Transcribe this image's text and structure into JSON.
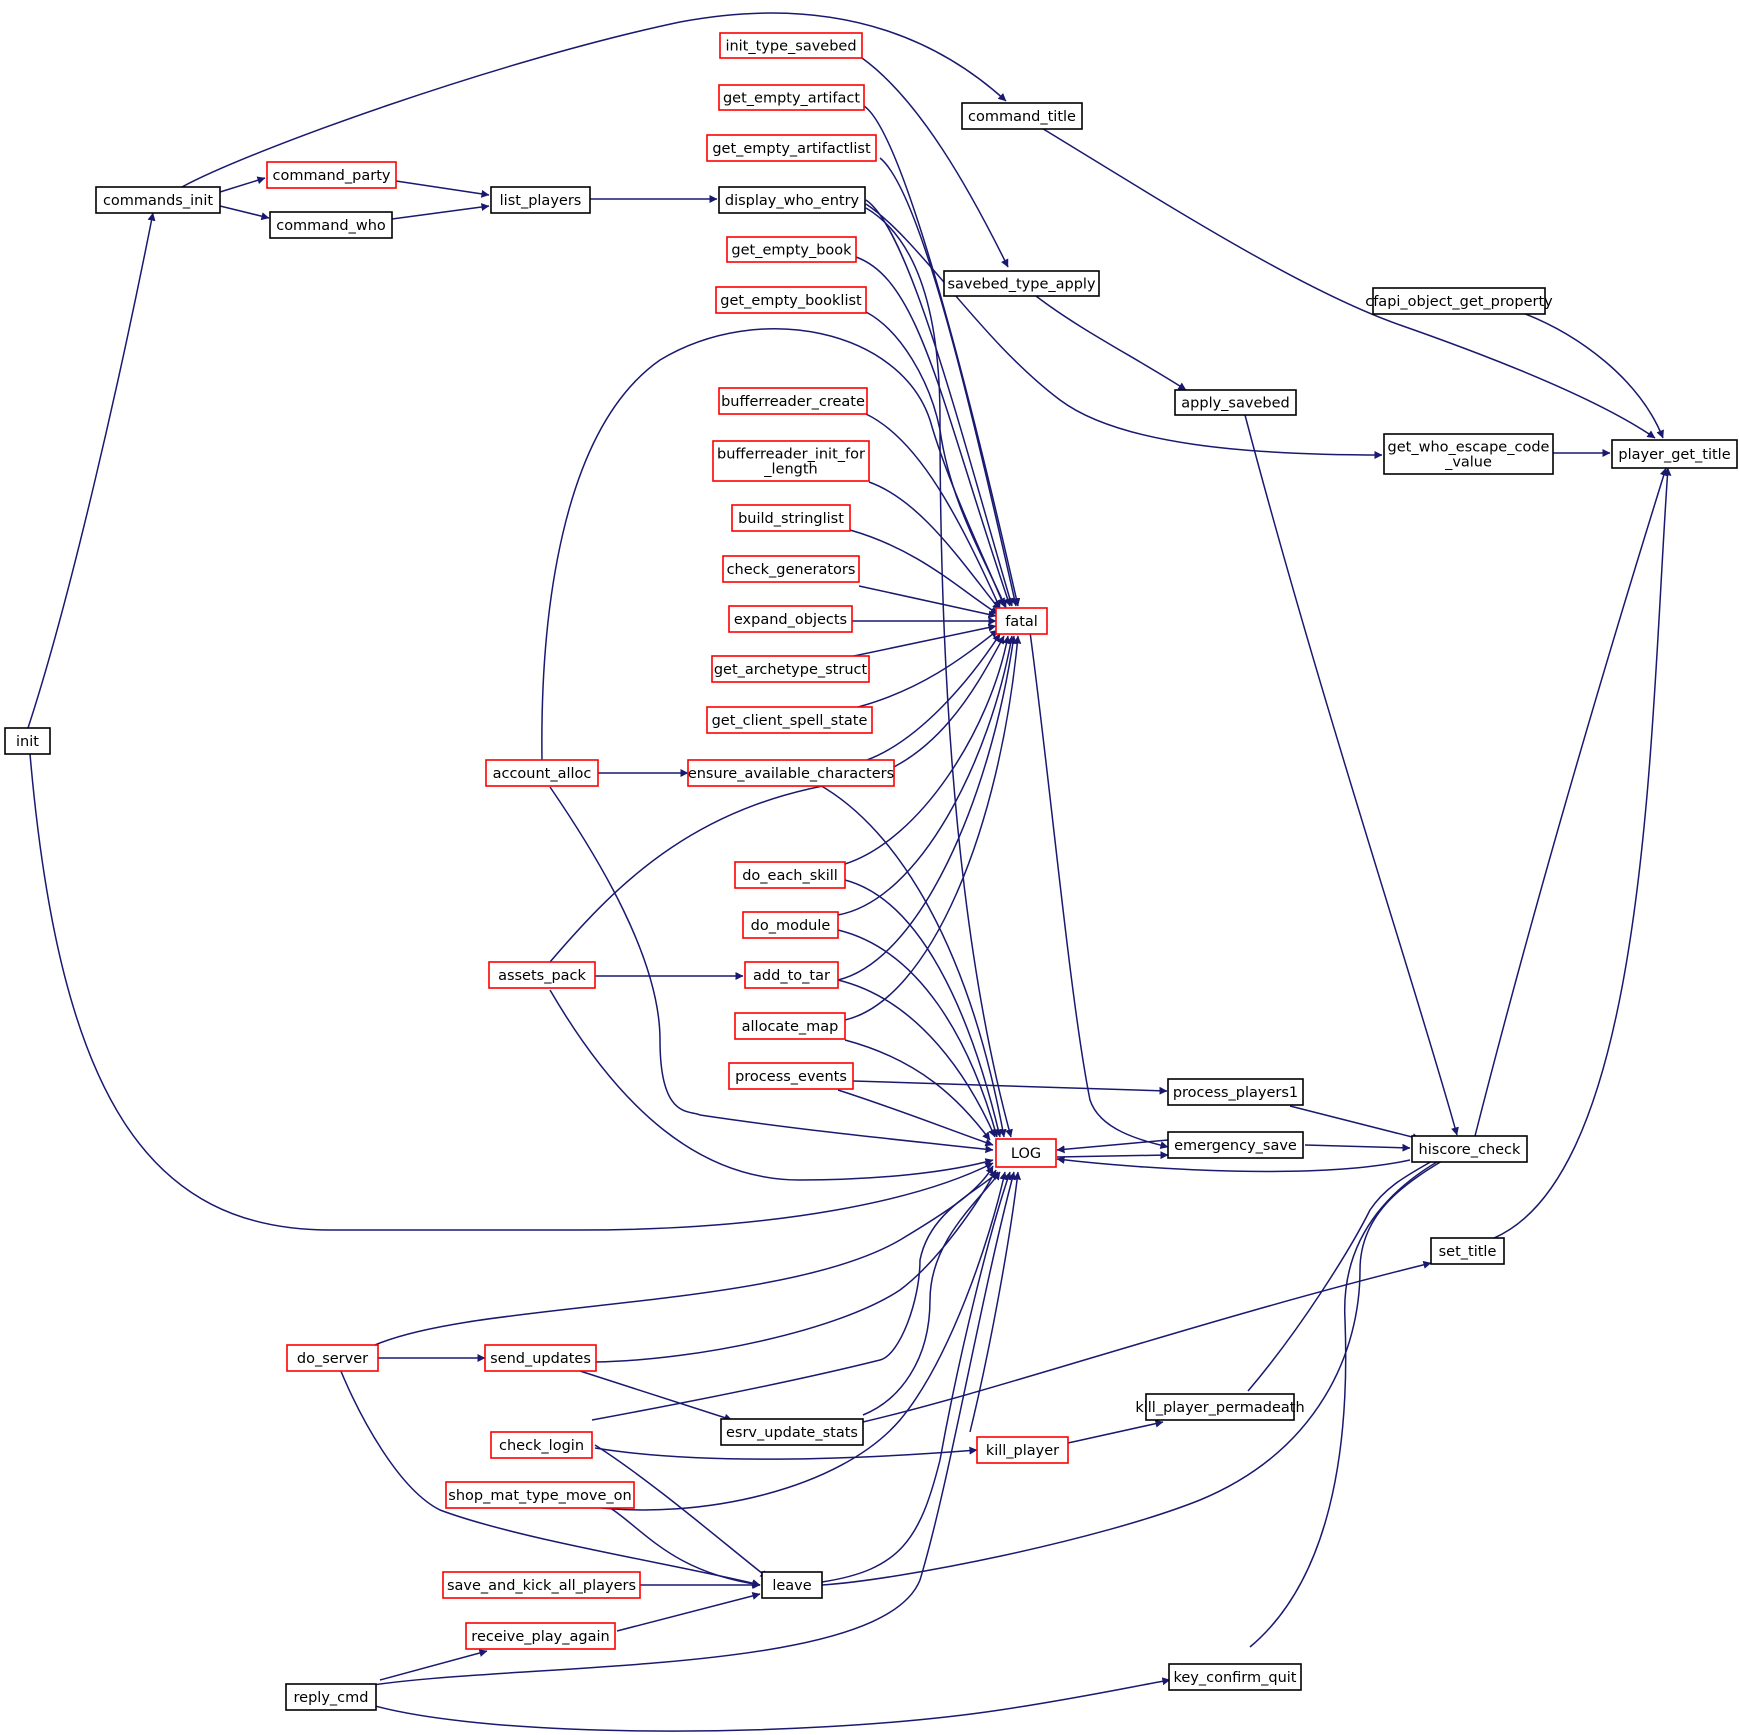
{
  "graph": {
    "colors": {
      "edge": "#191970",
      "node_border": "#000000",
      "node_border_incomplete": "#ff0000",
      "root_fill": "#bfbfbf",
      "background": "#ffffff"
    },
    "nodes": [
      {
        "id": "player_get_title",
        "label": [
          "player_get_title"
        ],
        "style": "root"
      },
      {
        "id": "cfapi_object_get_property",
        "label": [
          "cfapi_object_get_property"
        ],
        "style": "normal"
      },
      {
        "id": "get_who_escape_code_value",
        "label": [
          "get_who_escape_code",
          "_value"
        ],
        "style": "normal"
      },
      {
        "id": "command_title",
        "label": [
          "command_title"
        ],
        "style": "normal"
      },
      {
        "id": "hiscore_check",
        "label": [
          "hiscore_check"
        ],
        "style": "normal"
      },
      {
        "id": "set_title",
        "label": [
          "set_title"
        ],
        "style": "normal"
      },
      {
        "id": "commands_init",
        "label": [
          "commands_init"
        ],
        "style": "normal"
      },
      {
        "id": "init",
        "label": [
          "init"
        ],
        "style": "normal"
      },
      {
        "id": "display_who_entry",
        "label": [
          "display_who_entry"
        ],
        "style": "normal"
      },
      {
        "id": "list_players",
        "label": [
          "list_players"
        ],
        "style": "normal"
      },
      {
        "id": "command_party",
        "label": [
          "command_party"
        ],
        "style": "red"
      },
      {
        "id": "command_who",
        "label": [
          "command_who"
        ],
        "style": "normal"
      },
      {
        "id": "apply_savebed",
        "label": [
          "apply_savebed"
        ],
        "style": "normal"
      },
      {
        "id": "savebed_type_apply",
        "label": [
          "savebed_type_apply"
        ],
        "style": "normal"
      },
      {
        "id": "init_type_savebed",
        "label": [
          "init_type_savebed"
        ],
        "style": "red"
      },
      {
        "id": "fatal",
        "label": [
          "fatal"
        ],
        "style": "red"
      },
      {
        "id": "LOG",
        "label": [
          "LOG"
        ],
        "style": "red"
      },
      {
        "id": "get_empty_artifact",
        "label": [
          "get_empty_artifact"
        ],
        "style": "red"
      },
      {
        "id": "get_empty_artifactlist",
        "label": [
          "get_empty_artifactlist"
        ],
        "style": "red"
      },
      {
        "id": "get_empty_book",
        "label": [
          "get_empty_book"
        ],
        "style": "red"
      },
      {
        "id": "get_empty_booklist",
        "label": [
          "get_empty_booklist"
        ],
        "style": "red"
      },
      {
        "id": "bufferreader_create",
        "label": [
          "bufferreader_create"
        ],
        "style": "red"
      },
      {
        "id": "bufferreader_init_for_length",
        "label": [
          "bufferreader_init_for",
          "_length"
        ],
        "style": "red"
      },
      {
        "id": "build_stringlist",
        "label": [
          "build_stringlist"
        ],
        "style": "red"
      },
      {
        "id": "check_generators",
        "label": [
          "check_generators"
        ],
        "style": "red"
      },
      {
        "id": "expand_objects",
        "label": [
          "expand_objects"
        ],
        "style": "red"
      },
      {
        "id": "get_archetype_struct",
        "label": [
          "get_archetype_struct"
        ],
        "style": "red"
      },
      {
        "id": "get_client_spell_state",
        "label": [
          "get_client_spell_state"
        ],
        "style": "red"
      },
      {
        "id": "ensure_available_characters",
        "label": [
          "ensure_available_characters"
        ],
        "style": "red"
      },
      {
        "id": "account_alloc",
        "label": [
          "account_alloc"
        ],
        "style": "red"
      },
      {
        "id": "do_each_skill",
        "label": [
          "do_each_skill"
        ],
        "style": "red"
      },
      {
        "id": "do_module",
        "label": [
          "do_module"
        ],
        "style": "red"
      },
      {
        "id": "add_to_tar",
        "label": [
          "add_to_tar"
        ],
        "style": "red"
      },
      {
        "id": "assets_pack",
        "label": [
          "assets_pack"
        ],
        "style": "red"
      },
      {
        "id": "allocate_map",
        "label": [
          "allocate_map"
        ],
        "style": "red"
      },
      {
        "id": "process_events",
        "label": [
          "process_events"
        ],
        "style": "red"
      },
      {
        "id": "process_players1",
        "label": [
          "process_players1"
        ],
        "style": "normal"
      },
      {
        "id": "emergency_save",
        "label": [
          "emergency_save"
        ],
        "style": "normal"
      },
      {
        "id": "do_server",
        "label": [
          "do_server"
        ],
        "style": "red"
      },
      {
        "id": "send_updates",
        "label": [
          "send_updates"
        ],
        "style": "red"
      },
      {
        "id": "check_login",
        "label": [
          "check_login"
        ],
        "style": "red"
      },
      {
        "id": "esrv_update_stats",
        "label": [
          "esrv_update_stats"
        ],
        "style": "normal"
      },
      {
        "id": "kill_player_permadeath",
        "label": [
          "kill_player_permadeath"
        ],
        "style": "normal"
      },
      {
        "id": "kill_player",
        "label": [
          "kill_player"
        ],
        "style": "red"
      },
      {
        "id": "shop_mat_type_move_on",
        "label": [
          "shop_mat_type_move_on"
        ],
        "style": "red"
      },
      {
        "id": "save_and_kick_all_players",
        "label": [
          "save_and_kick_all_players"
        ],
        "style": "red"
      },
      {
        "id": "leave",
        "label": [
          "leave"
        ],
        "style": "normal"
      },
      {
        "id": "receive_play_again",
        "label": [
          "receive_play_again"
        ],
        "style": "red"
      },
      {
        "id": "key_confirm_quit",
        "label": [
          "key_confirm_quit"
        ],
        "style": "normal"
      },
      {
        "id": "reply_cmd",
        "label": [
          "reply_cmd"
        ],
        "style": "normal"
      }
    ]
  }
}
